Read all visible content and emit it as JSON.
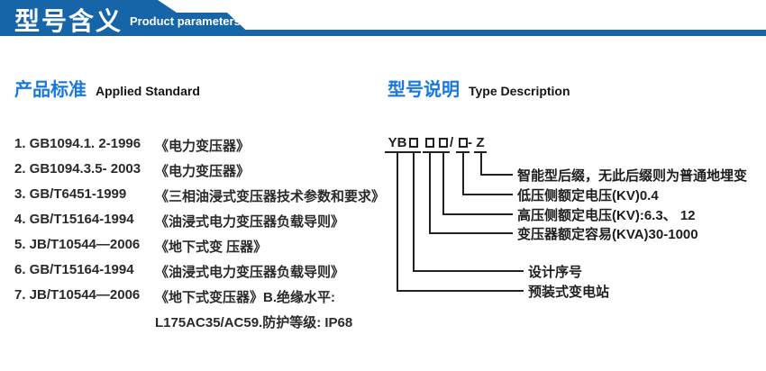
{
  "banner": {
    "title_cn": "型号含义",
    "title_en": "Product parameters"
  },
  "applied_standard": {
    "heading_cn": "产品标准",
    "heading_en": "Applied Standard",
    "items": [
      {
        "code": "1. GB1094.1. 2-1996",
        "title": "《电力变压器》"
      },
      {
        "code": "2. GB1094.3.5- 2003",
        "title": "《电力变压器》"
      },
      {
        "code": "3. GB/T6451-1999",
        "title": "《三相油浸式变压器技术参数和要求》"
      },
      {
        "code": "4. GB/T15164-1994",
        "title": "《油浸式电力变压器负载导则》"
      },
      {
        "code": "5. JB/T10544—2006",
        "title": "《地下式变 压器》"
      },
      {
        "code": "6. GB/T15164-1994",
        "title": "《油浸式电力变压器负载导则》"
      },
      {
        "code": "7. JB/T10544—2006",
        "title": "《地下式变压器》B.绝缘水平:"
      }
    ],
    "continuation": "L175AC35/AC59.防护等级: IP68"
  },
  "type_description": {
    "heading_cn": "型号说明",
    "heading_en": "Type Description",
    "code": {
      "prefix": "YB",
      "slash": "/",
      "dash": "-",
      "suffix": "Z"
    },
    "labels": [
      "智能型后缀，无此后缀则为普通地埋变",
      "低压侧额定电压(KV)0.4",
      "高压侧额定电压(KV):6.3、 12",
      "变压器额定容易(KVA)30-1000",
      "设计序号",
      "预装式变电站"
    ]
  },
  "colors": {
    "banner_blue": "#1565a8",
    "heading_blue": "#1877e0",
    "text_dark": "#2a2a2a"
  }
}
